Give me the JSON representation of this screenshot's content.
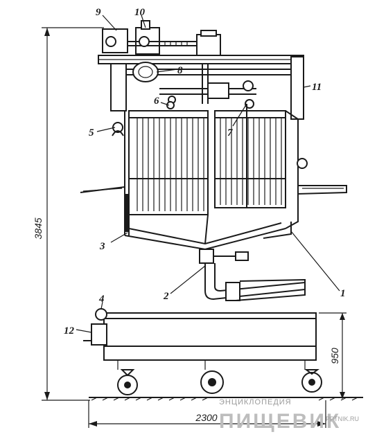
{
  "callouts": [
    {
      "id": "1",
      "text": "1"
    },
    {
      "id": "2",
      "text": "2"
    },
    {
      "id": "3",
      "text": "3"
    },
    {
      "id": "4",
      "text": "4"
    },
    {
      "id": "5",
      "text": "5"
    },
    {
      "id": "6",
      "text": "6"
    },
    {
      "id": "7",
      "text": "7"
    },
    {
      "id": "8",
      "text": "8"
    },
    {
      "id": "9",
      "text": "9"
    },
    {
      "id": "10",
      "text": "10"
    },
    {
      "id": "11",
      "text": "11"
    },
    {
      "id": "12",
      "text": "12"
    }
  ],
  "dimensions": {
    "overall_height": "3845",
    "cart_height": "950",
    "overall_width": "2300"
  },
  "watermark": {
    "line1": "ЭНЦИКЛОПЕДИЯ",
    "line2": "ПИЩЕВИК",
    "url": "PPTNIK.RU"
  }
}
